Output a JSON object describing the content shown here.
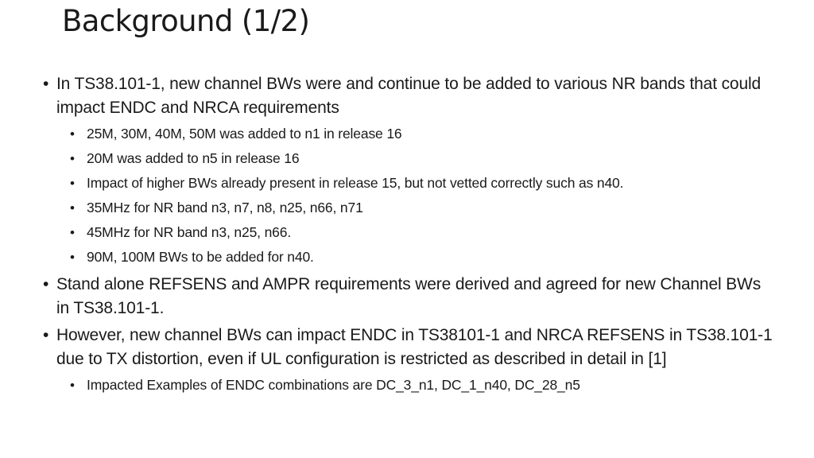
{
  "slide": {
    "title": "Background (1/2)",
    "bullets": [
      {
        "text": "In TS38.101-1, new channel BWs were and continue to be added to various NR bands that could impact ENDC and NRCA requirements",
        "sub": [
          "25M, 30M, 40M, 50M was added to n1 in release 16",
          "20M was added to n5 in release 16",
          "Impact of higher BWs already present in release 15, but not vetted correctly such as n40.",
          "35MHz for NR band n3, n7, n8, n25, n66, n71",
          "45MHz for NR band n3, n25, n66.",
          "90M, 100M BWs to be added for n40."
        ]
      },
      {
        "text": "Stand alone REFSENS and AMPR requirements were derived and agreed for new Channel BWs in TS38.101-1.",
        "sub": []
      },
      {
        "text": "However, new channel BWs can impact ENDC in TS38101-1 and NRCA REFSENS in TS38.101-1 due to TX distortion, even if UL configuration is restricted as described in detail in [1]",
        "sub": [
          "Impacted Examples of ENDC combinations are DC_3_n1, DC_1_n40, DC_28_n5"
        ]
      }
    ]
  }
}
